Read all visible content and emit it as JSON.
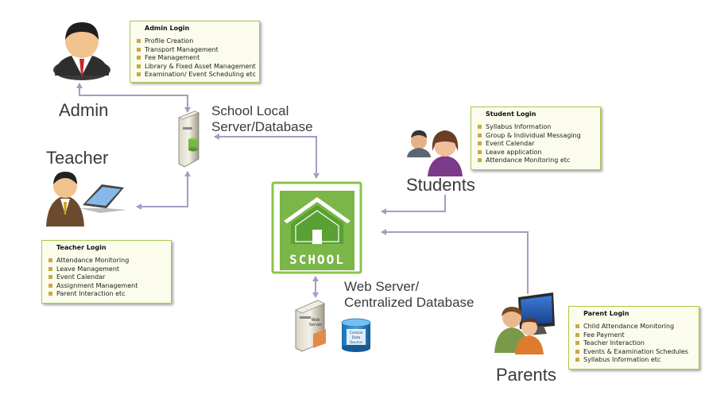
{
  "actors": {
    "admin": "Admin",
    "teacher": "Teacher",
    "students": "Students",
    "parents": "Parents"
  },
  "captions": {
    "local_server": [
      "School Local",
      "Server/Database"
    ],
    "web_server": [
      "Web Server/",
      "Centralized Database"
    ]
  },
  "school_label": "SCHOOL",
  "server_labels": {
    "web": [
      "Web",
      "Server"
    ],
    "db": [
      "Central",
      "Data",
      "Source"
    ]
  },
  "panels": {
    "admin": {
      "title": "Admin Login",
      "items": [
        "Profile Creation",
        "Transport Management",
        "Fee Management",
        "Library & Fixed Asset Management",
        "Examination/ Event Scheduling etc"
      ]
    },
    "teacher": {
      "title": "Teacher Login",
      "items": [
        "Attendance Monitoring",
        "Leave Management",
        "Event Calendar",
        "Assignment Management",
        "Parent Interaction etc"
      ]
    },
    "student": {
      "title": "Student Login",
      "items": [
        "Syllabus Information",
        "Group & Individual Messaging",
        "Event Calendar",
        "Leave application",
        "Attendance Monitoring etc"
      ]
    },
    "parent": {
      "title": "Parent Login",
      "items": [
        "Child Attendance Monitoring",
        "Fee Payment",
        "Teacher Interaction",
        "Events & Examination Schedules",
        "Syllabus Information etc"
      ]
    }
  },
  "colors": {
    "arrow": "#a79bc4",
    "box_border": "#a9c94a",
    "box_bg": "#fbfcec",
    "bullet": "#c9a84a",
    "school_green": "#7ab648"
  }
}
